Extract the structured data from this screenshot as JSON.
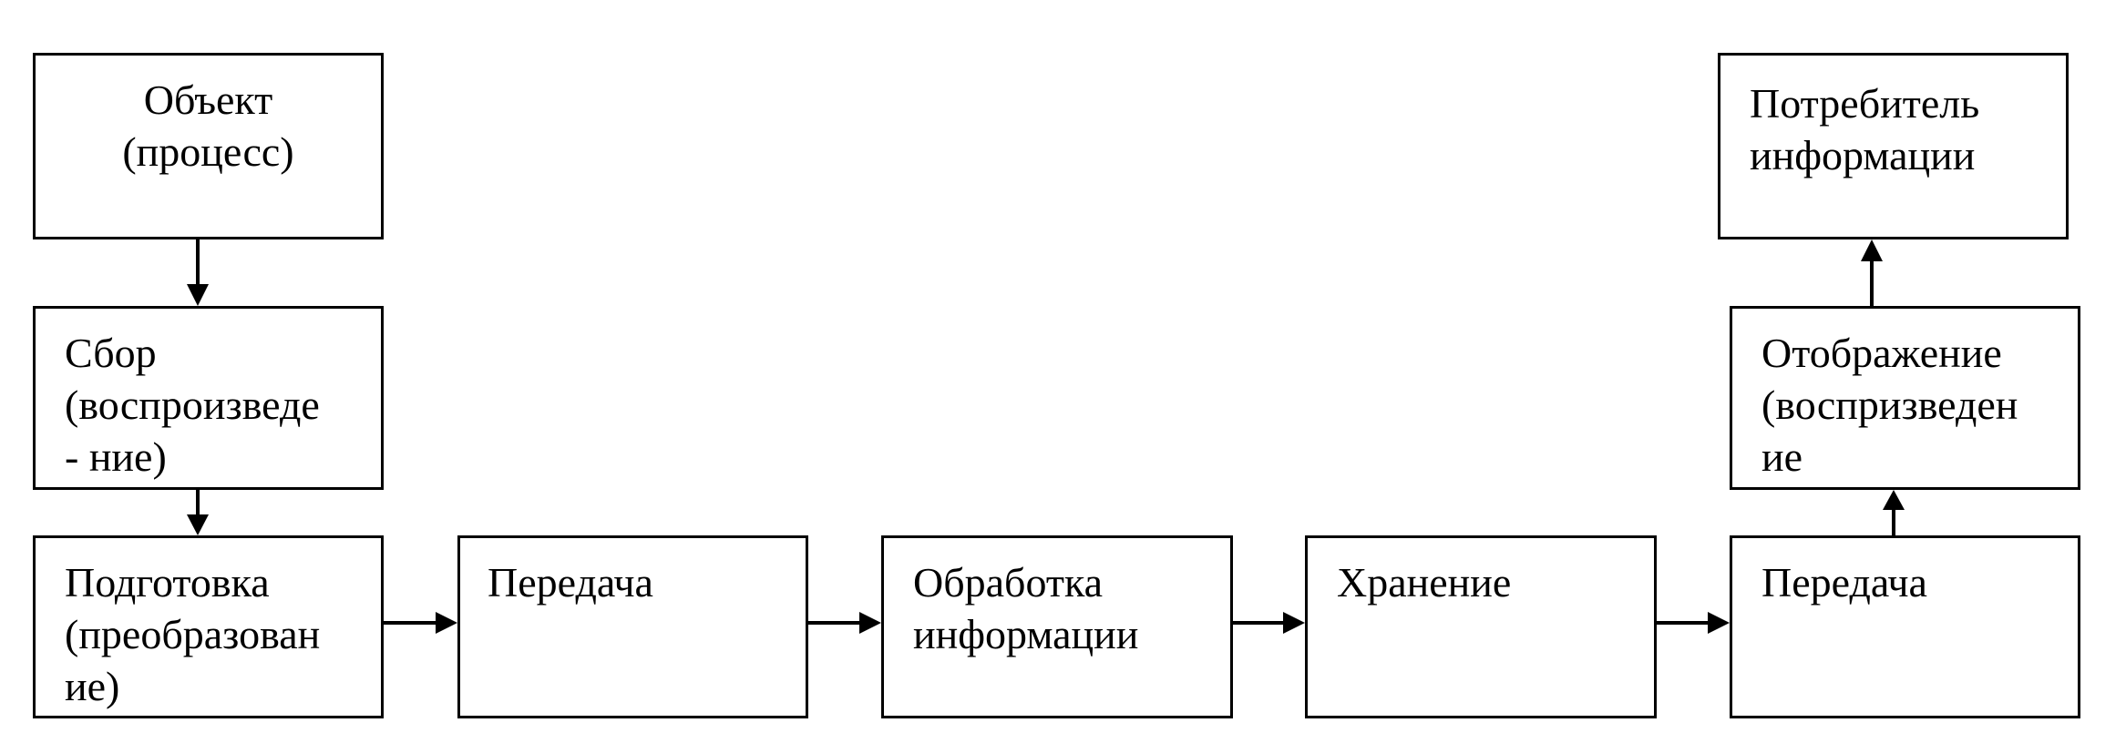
{
  "diagram": {
    "nodes": [
      {
        "id": "object",
        "label": "Объект\n(процесс)"
      },
      {
        "id": "collect",
        "label": "Сбор\n(воспроизведе\n- ние)"
      },
      {
        "id": "prepare",
        "label": "Подготовка\n(преобразован\nие)"
      },
      {
        "id": "transfer1",
        "label": "Передача"
      },
      {
        "id": "process",
        "label": "Обработка\nинформации"
      },
      {
        "id": "store",
        "label": "Хранение"
      },
      {
        "id": "transfer2",
        "label": "Передача"
      },
      {
        "id": "display",
        "label": "Отображение\n(воспризведен\nие"
      },
      {
        "id": "consumer",
        "label": "Потребитель\nинформации"
      }
    ],
    "edges": [
      {
        "from": "object",
        "to": "collect"
      },
      {
        "from": "collect",
        "to": "prepare"
      },
      {
        "from": "prepare",
        "to": "transfer1"
      },
      {
        "from": "transfer1",
        "to": "process"
      },
      {
        "from": "process",
        "to": "store"
      },
      {
        "from": "store",
        "to": "transfer2"
      },
      {
        "from": "transfer2",
        "to": "display"
      },
      {
        "from": "display",
        "to": "consumer"
      }
    ]
  }
}
